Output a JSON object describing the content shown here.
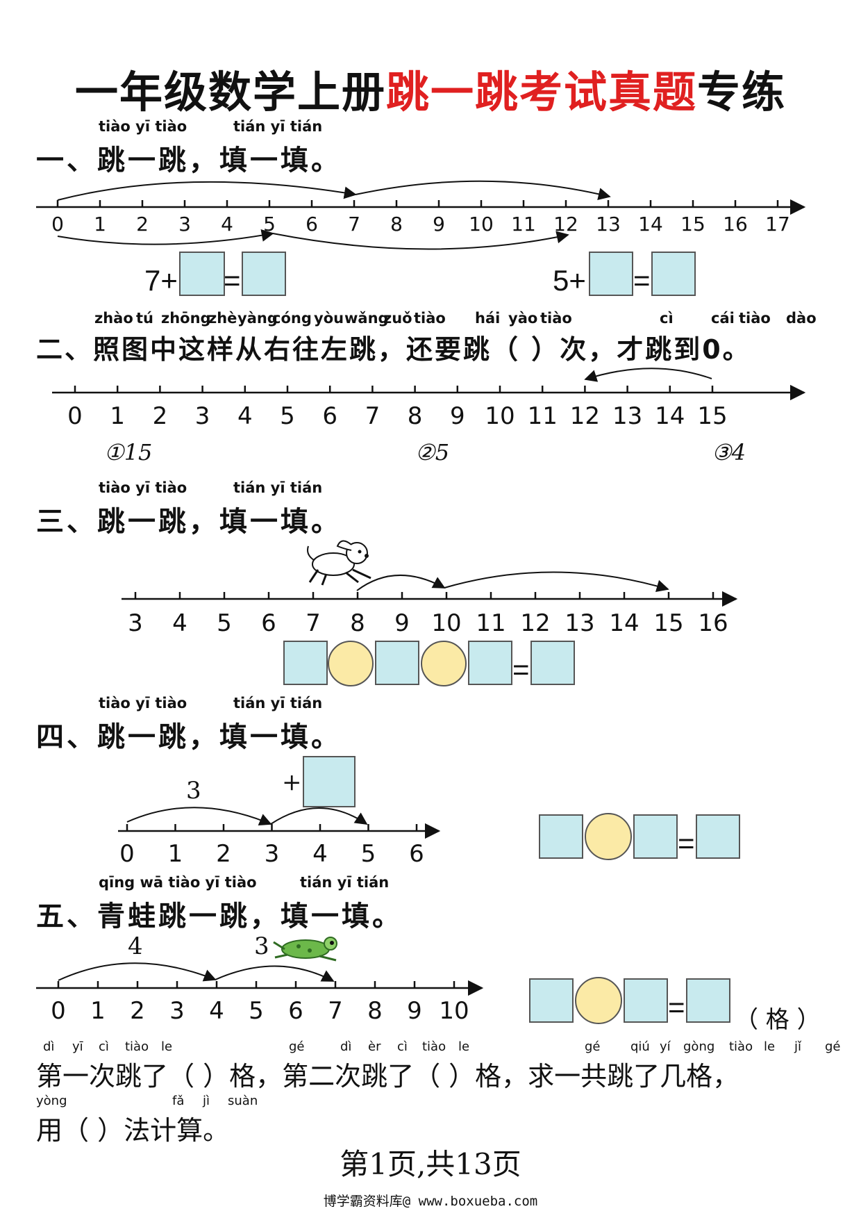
{
  "title": {
    "black_left": "一年级数学上册",
    "red": "跳一跳考试真题",
    "black_right": "专练"
  },
  "sections": {
    "s1": {
      "pinyin_a": "tiào yī tiào",
      "pinyin_b": "tián yī tián",
      "heading": "一、跳一跳，填一填。",
      "numbers": [
        "0",
        "1",
        "2",
        "3",
        "4",
        "5",
        "6",
        "7",
        "8",
        "9",
        "10",
        "11",
        "12",
        "13",
        "14",
        "15",
        "16",
        "17"
      ],
      "eq_left": "7+",
      "eq_right": "5+",
      "equals": "="
    },
    "s2": {
      "pinyin": [
        "zhào",
        "tú",
        "zhōng",
        "zhè",
        "yàng",
        "cóng",
        "yòu",
        "wǎng",
        "zuǒ",
        "tiào",
        "hái",
        "yào",
        "tiào",
        "cì",
        "cái",
        "tiào",
        "dào"
      ],
      "heading": "二、照图中这样从右往左跳，还要跳（     ）次，才跳到0。",
      "numbers": [
        "0",
        "1",
        "2",
        "3",
        "4",
        "5",
        "6",
        "7",
        "8",
        "9",
        "10",
        "11",
        "12",
        "13",
        "14",
        "15"
      ],
      "options": [
        "①15",
        "②5",
        "③4"
      ]
    },
    "s3": {
      "pinyin_a": "tiào yī tiào",
      "pinyin_b": "tián yī tián",
      "heading": "三、跳一跳，填一填。",
      "numbers": [
        "3",
        "4",
        "5",
        "6",
        "7",
        "8",
        "9",
        "10",
        "11",
        "12",
        "13",
        "14",
        "15",
        "16"
      ],
      "equals": "=",
      "dog_icon": "dog-icon"
    },
    "s4": {
      "pinyin_a": "tiào yī tiào",
      "pinyin_b": "tián yī tián",
      "heading": "四、跳一跳，填一填。",
      "numbers": [
        "0",
        "1",
        "2",
        "3",
        "4",
        "5",
        "6"
      ],
      "jump_label": "3",
      "plus": "+",
      "equals": "="
    },
    "s5": {
      "pinyin_a": "qīng wā tiào yī tiào",
      "pinyin_b": "tián yī tián",
      "heading": "五、青蛙跳一跳，填一填。",
      "numbers": [
        "0",
        "1",
        "2",
        "3",
        "4",
        "5",
        "6",
        "7",
        "8",
        "9",
        "10"
      ],
      "jump_labels": [
        "4",
        "3"
      ],
      "equals": "=",
      "unit": "（ 格 ）",
      "frog_icon": "frog-icon",
      "line1_pinyin": [
        "dì",
        "yī",
        "cì",
        "tiào",
        "le",
        "gé",
        "dì",
        "èr",
        "cì",
        "tiào",
        "le",
        "gé",
        "qiú",
        "yí",
        "gòng",
        "tiào",
        "le",
        "jǐ",
        "gé"
      ],
      "line1": "第一次跳了（      ）格，第二次跳了（      ）格，求一共跳了几格，",
      "line2_pinyin": [
        "yòng",
        "fǎ",
        "jì",
        "suàn"
      ],
      "line2": "用（      ）法计算。"
    }
  },
  "footer": "第1页,共13页",
  "credit": "博学霸资料库@ www.boxueba.com",
  "colors": {
    "box_fill": "#c8eaee",
    "circle_fill": "#fbeaa6",
    "red": "#e02020"
  }
}
